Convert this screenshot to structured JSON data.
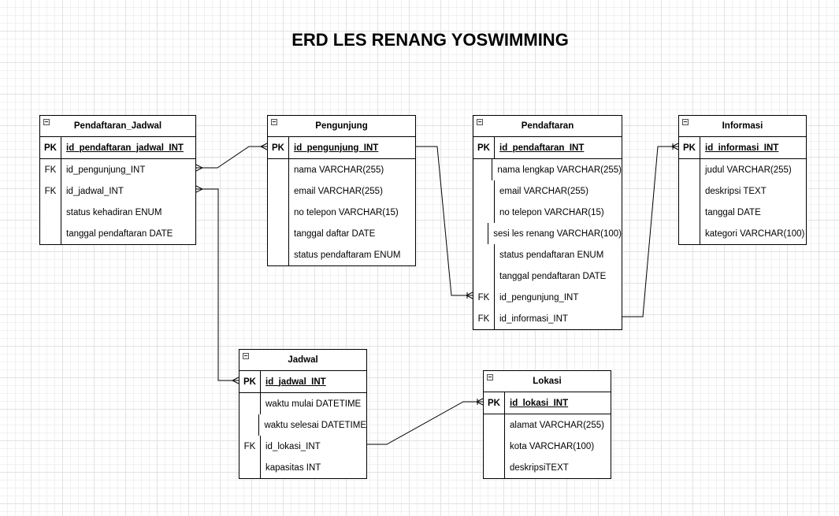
{
  "title": "ERD LES RENANG YOSWIMMING",
  "entities": [
    {
      "name": "Pendaftaran_Jadwal",
      "rows": [
        {
          "key": "PK",
          "field": "id_pendaftaran_jadwal_INT"
        },
        {
          "key": "FK",
          "field": "id_pengunjung_INT"
        },
        {
          "key": "FK",
          "field": "id_jadwal_INT"
        },
        {
          "key": "",
          "field": "status kehadiran ENUM"
        },
        {
          "key": "",
          "field": "tanggal pendaftaran DATE"
        }
      ]
    },
    {
      "name": "Pengunjung",
      "rows": [
        {
          "key": "PK",
          "field": "id_pengunjung_INT"
        },
        {
          "key": "",
          "field": "nama VARCHAR(255)"
        },
        {
          "key": "",
          "field": "email VARCHAR(255)"
        },
        {
          "key": "",
          "field": "no telepon VARCHAR(15)"
        },
        {
          "key": "",
          "field": "tanggal daftar DATE"
        },
        {
          "key": "",
          "field": "status pendaftaram ENUM"
        }
      ]
    },
    {
      "name": "Pendaftaran",
      "rows": [
        {
          "key": "PK",
          "field": "id_pendaftaran_INT"
        },
        {
          "key": "",
          "field": "nama lengkap VARCHAR(255)"
        },
        {
          "key": "",
          "field": "email VARCHAR(255)"
        },
        {
          "key": "",
          "field": "no telepon VARCHAR(15)"
        },
        {
          "key": "",
          "field": "sesi les renang VARCHAR(100)"
        },
        {
          "key": "",
          "field": "status pendaftaran ENUM"
        },
        {
          "key": "",
          "field": "tanggal pendaftaran DATE"
        },
        {
          "key": "FK",
          "field": "id_pengunjung_INT"
        },
        {
          "key": "FK",
          "field": "id_informasi_INT"
        }
      ]
    },
    {
      "name": "Informasi",
      "rows": [
        {
          "key": "PK",
          "field": "id_informasi_INT"
        },
        {
          "key": "",
          "field": "judul VARCHAR(255)"
        },
        {
          "key": "",
          "field": "deskripsi TEXT"
        },
        {
          "key": "",
          "field": "tanggal DATE"
        },
        {
          "key": "",
          "field": "kategori VARCHAR(100)"
        }
      ]
    },
    {
      "name": "Jadwal",
      "rows": [
        {
          "key": "PK",
          "field": "id_jadwal_INT"
        },
        {
          "key": "",
          "field": "waktu mulai DATETIME"
        },
        {
          "key": "",
          "field": "waktu selesai DATETIME"
        },
        {
          "key": "FK",
          "field": "id_lokasi_INT"
        },
        {
          "key": "",
          "field": "kapasitas INT"
        }
      ]
    },
    {
      "name": "Lokasi",
      "rows": [
        {
          "key": "PK",
          "field": "id_lokasi_INT"
        },
        {
          "key": "",
          "field": "alamat VARCHAR(255)"
        },
        {
          "key": "",
          "field": "kota VARCHAR(100)"
        },
        {
          "key": "",
          "field": "deskripsiTEXT"
        }
      ]
    }
  ]
}
